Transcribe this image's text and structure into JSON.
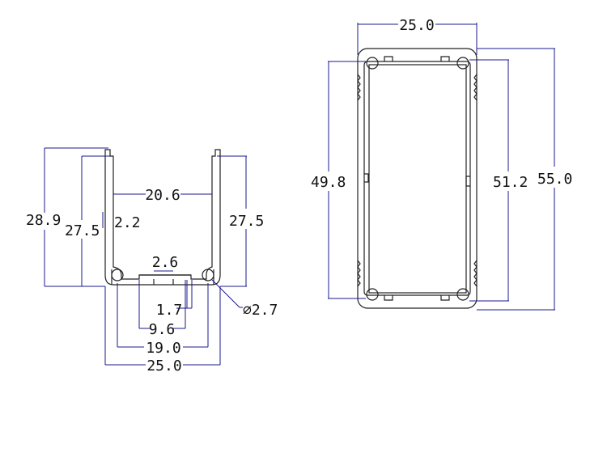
{
  "dimensions": {
    "left_height_overall": "28.9",
    "left_height_outer": "27.5",
    "left_wall": "2.2",
    "left_inner_width": "20.6",
    "right_height_outer": "27.5",
    "slot_width": "2.6",
    "slot_depth": "1.7",
    "inner_span": "9.6",
    "hole_span": "19.0",
    "overall_width_left": "25.0",
    "hole_diameter": "⌀2.7",
    "overall_width_right": "25.0",
    "inner_height": "49.8",
    "height_mid": "51.2",
    "overall_height": "55.0"
  },
  "colors": {
    "dimension_lines": "#1a1a8c",
    "part_outline": "#222222",
    "text": "#111111"
  }
}
